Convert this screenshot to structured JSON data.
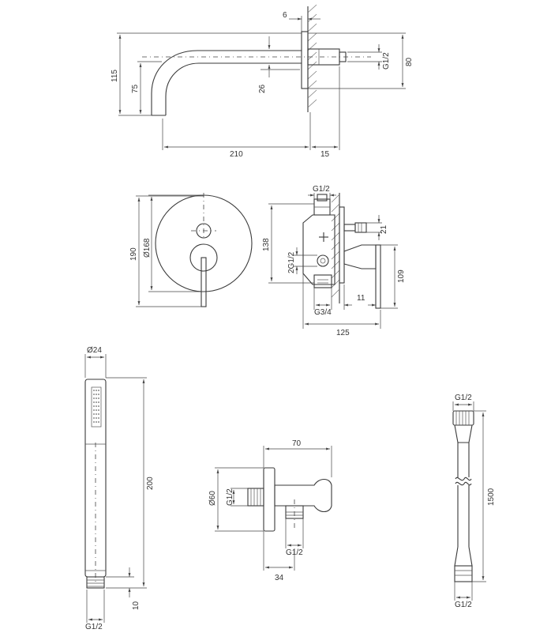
{
  "spout": {
    "dim_6": "6",
    "dim_115": "115",
    "dim_75": "75",
    "dim_26": "26",
    "dim_80": "80",
    "thread": "G1/2",
    "dim_210": "210",
    "dim_15": "15"
  },
  "mixer": {
    "dim_190": "190",
    "dim_168": "Ø168",
    "dim_138": "138",
    "thread_top": "G1/2",
    "thread_side": "2G1/2",
    "dim_21": "21",
    "dim_109": "109",
    "dim_11": "11",
    "thread_bottom": "G3/4",
    "dim_125": "125"
  },
  "hand_shower": {
    "dim_24": "Ø24",
    "dim_200": "200",
    "dim_10": "10",
    "thread": "G1/2"
  },
  "wall_outlet": {
    "dim_70": "70",
    "dim_60": "Ø60",
    "thread_left": "G1/2",
    "thread_bottom": "G1/2",
    "dim_34": "34"
  },
  "hose": {
    "thread_top": "G1/2",
    "dim_1500": "1500",
    "thread_bottom": "G1/2"
  }
}
